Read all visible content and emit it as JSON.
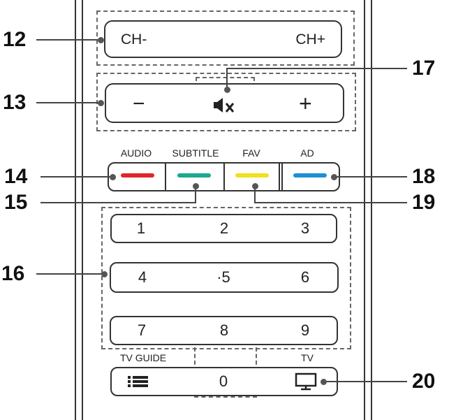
{
  "buttons": {
    "ch_minus": "CH-",
    "ch_plus": "CH+",
    "vol_minus": "−",
    "vol_plus": "+"
  },
  "color_keys": {
    "audio_label": "AUDIO",
    "subtitle_label": "SUBTITLE",
    "fav_label": "FAV",
    "ad_label": "AD",
    "colors": {
      "audio": "#e0262b",
      "subtitle": "#1aa88e",
      "fav": "#f2e01c",
      "ad": "#1e8fd2"
    }
  },
  "numpad": {
    "keys": [
      "1",
      "2",
      "3",
      "4",
      "·5",
      "6",
      "7",
      "8",
      "9"
    ],
    "zero": "0"
  },
  "bottom_row": {
    "tv_guide_label": "TV GUIDE",
    "tv_label": "TV"
  },
  "callouts": {
    "c12": "12",
    "c13": "13",
    "c14": "14",
    "c15": "15",
    "c16": "16",
    "c17": "17",
    "c18": "18",
    "c19": "19",
    "c20": "20"
  },
  "icons": [
    "mute-icon",
    "list-icon",
    "tv-monitor-icon"
  ]
}
